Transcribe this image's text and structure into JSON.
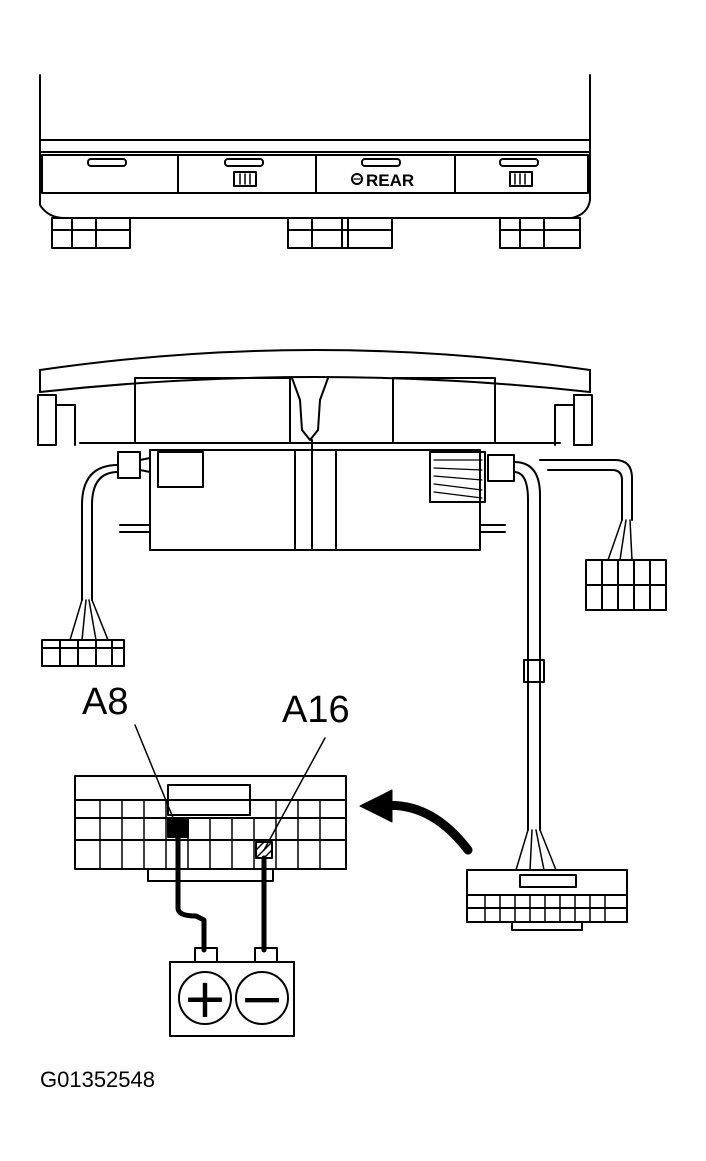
{
  "figure": {
    "id": "G01352548",
    "line_color": "#000000",
    "background_color": "#ffffff"
  },
  "front_view": {
    "buttons": [
      {
        "icon": "blank-indicator-icon",
        "label": ""
      },
      {
        "icon": "front-defrost-icon",
        "label": ""
      },
      {
        "icon": "rear-defrost-icon",
        "label": "REAR"
      },
      {
        "icon": "rear-window-heater-icon",
        "label": ""
      }
    ]
  },
  "callouts": {
    "pin_a8": "A8",
    "pin_a16": "A16"
  },
  "battery": {
    "positive_symbol": "+",
    "negative_symbol": "−"
  }
}
